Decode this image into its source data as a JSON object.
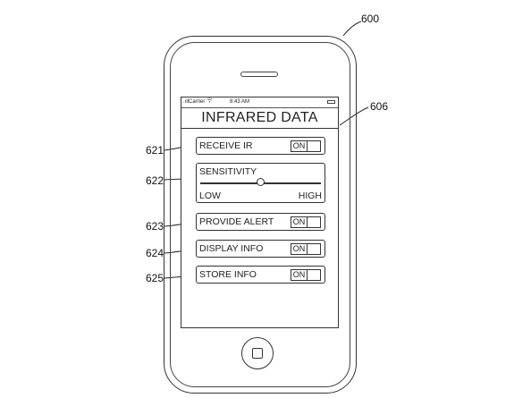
{
  "figure": {
    "device_ref": "600",
    "screen_ref": "606"
  },
  "status_bar": {
    "carrier": "Carrier",
    "wifi_icon": "wifi-icon",
    "time": "8:43 AM",
    "battery_icon": "battery-icon"
  },
  "screen": {
    "title": "INFRARED DATA"
  },
  "settings": {
    "receive_ir": {
      "ref": "621",
      "label": "RECEIVE IR",
      "toggle": "ON"
    },
    "sensitivity": {
      "ref": "622",
      "label": "SENSITIVITY",
      "low": "LOW",
      "high": "HIGH",
      "level": 0.5
    },
    "provide_alert": {
      "ref": "623",
      "label": "PROVIDE ALERT",
      "toggle": "ON"
    },
    "display_info": {
      "ref": "624",
      "label": "DISPLAY INFO",
      "toggle": "ON"
    },
    "store_info": {
      "ref": "625",
      "label": "STORE INFO",
      "toggle": "ON"
    }
  }
}
